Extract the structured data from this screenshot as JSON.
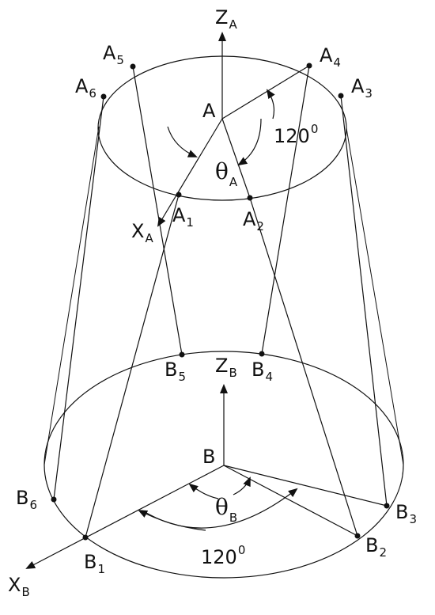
{
  "top_platform": {
    "center": {
      "main": "A"
    },
    "axis_z": {
      "main": "Z",
      "sub": "A"
    },
    "axis_x": {
      "main": "X",
      "sub": "A"
    },
    "points": [
      {
        "main": "A",
        "sub": "1"
      },
      {
        "main": "A",
        "sub": "2"
      },
      {
        "main": "A",
        "sub": "3"
      },
      {
        "main": "A",
        "sub": "4"
      },
      {
        "main": "A",
        "sub": "5"
      },
      {
        "main": "A",
        "sub": "6"
      }
    ],
    "angle_theta": {
      "main": "θ",
      "sub": "A"
    },
    "angle_value": {
      "value": "120",
      "unit": "0"
    }
  },
  "bottom_platform": {
    "center": {
      "main": "B"
    },
    "axis_z": {
      "main": "Z",
      "sub": "B"
    },
    "axis_x": {
      "main": "X",
      "sub": "B"
    },
    "points": [
      {
        "main": "B",
        "sub": "1"
      },
      {
        "main": "B",
        "sub": "2"
      },
      {
        "main": "B",
        "sub": "3"
      },
      {
        "main": "B",
        "sub": "4"
      },
      {
        "main": "B",
        "sub": "5"
      },
      {
        "main": "B",
        "sub": "6"
      }
    ],
    "angle_theta": {
      "main": "θ",
      "sub": "B"
    },
    "angle_value": {
      "value": "120",
      "unit": "0"
    }
  }
}
